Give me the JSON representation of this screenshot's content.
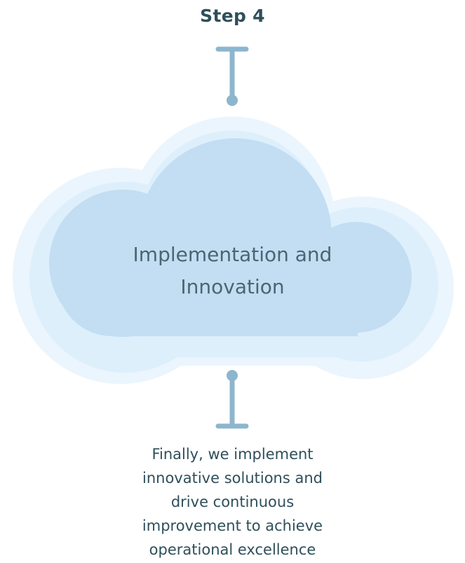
{
  "step": {
    "title": "Step 4"
  },
  "cloud": {
    "line1": "Implementation and",
    "line2": "Innovation"
  },
  "description": {
    "lines": [
      "Finally, we implement",
      "innovative solutions and",
      "drive continuous",
      "improvement to achieve",
      "operational excellence"
    ]
  },
  "colors": {
    "cloud_outer": "#ebf5fd",
    "cloud_mid": "#deeffc",
    "cloud_inner": "#c3def3",
    "connector": "#8db6ce",
    "text_dark": "#2f4f5a",
    "text_cloud": "#4c6572"
  }
}
